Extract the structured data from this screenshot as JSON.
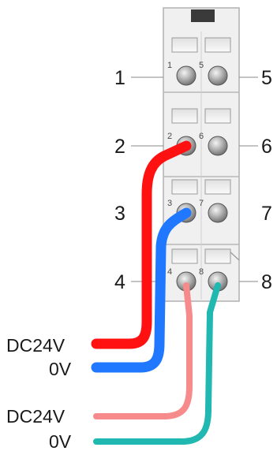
{
  "terminal_numbers": {
    "left": [
      "1",
      "2",
      "3",
      "4"
    ],
    "right": [
      "5",
      "6",
      "7",
      "8"
    ]
  },
  "pin_labels": [
    "1",
    "5",
    "2",
    "6",
    "3",
    "7",
    "4",
    "8"
  ],
  "supply_labels": {
    "upper_plus": "DC24V",
    "upper_zero": "0V",
    "lower_plus": "DC24V",
    "lower_zero": "0V"
  },
  "colors": {
    "wire_upper_plus": "#ff1111",
    "wire_upper_zero": "#1f78ff",
    "wire_lower_plus": "#f78a8a",
    "wire_lower_zero": "#20b8b0",
    "housing": "#f0f0f0",
    "housing_edge": "#b0b0b0"
  },
  "icons": {
    "module": "terminal-block-icon"
  }
}
